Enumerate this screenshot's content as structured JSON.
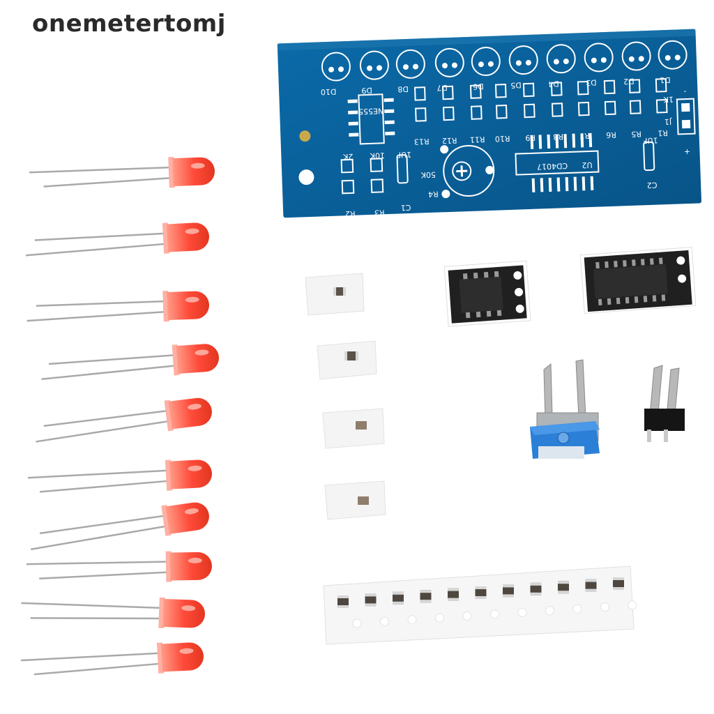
{
  "watermark": "onemetertomj",
  "pcb": {
    "led_labels": [
      "D10",
      "D9",
      "D8",
      "D7",
      "D6",
      "D5",
      "D4",
      "D3",
      "D2",
      "D1"
    ],
    "resistor_labels": [
      "R13",
      "R12",
      "R11",
      "R10",
      "R9",
      "R8",
      "R7",
      "R6",
      "R5",
      "R1"
    ],
    "ic_label": "NE555",
    "counter_label": "CD4017",
    "u2_label": "U2",
    "pot_label": "50K",
    "r4_label": "R4",
    "c1_label": "C1",
    "c1_value": "1UF",
    "c2_label": "C2",
    "c2_value": "1UF",
    "r2_label": "R2",
    "r2_value": "2K",
    "r3_label": "R3",
    "r3_value": "10K",
    "j1_label": "J1",
    "plus_sign": "+",
    "minus_sign": "-",
    "one_k": "1K"
  },
  "colors": {
    "pcb": "#0a5d9c",
    "pcb_silk": "#ffffff",
    "led_red": "#ff4b3a",
    "pot_blue": "#2b7fd6",
    "chip_black": "#1c1c1c"
  }
}
